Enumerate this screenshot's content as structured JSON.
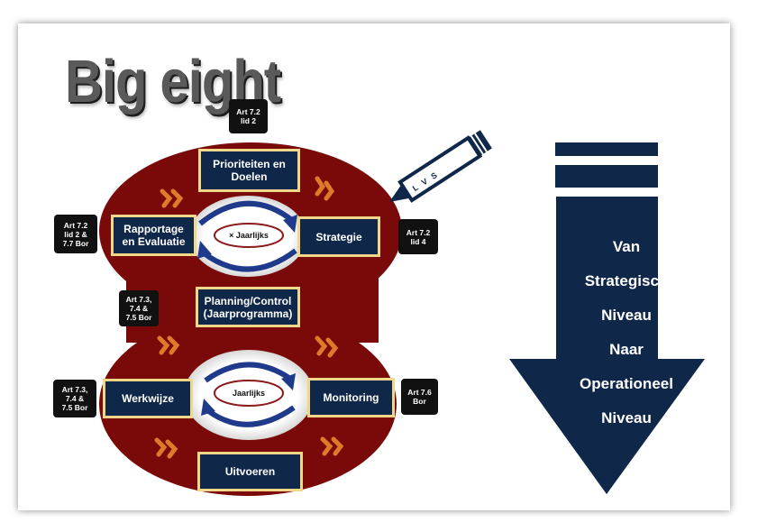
{
  "title": "Big eight",
  "steps": {
    "prioriteiten": "Prioriteiten en Doelen",
    "strategie": "Strategie",
    "rapportage": "Rapportage en Evaluatie",
    "planning": "Planning/Control (Jaarprogramma)",
    "werkwijze": "Werkwijze",
    "monitoring": "Monitoring",
    "uitvoeren": "Uitvoeren"
  },
  "cycles": {
    "top": "× Jaarlijks",
    "bottom": "Jaarlijks"
  },
  "articles": {
    "a1": "Art 7.2\nlid 2",
    "a2": "Art 7.2\nlid 2 &\n7.7 Bor",
    "a3": "Art 7.2\nlid 4",
    "a4": "Art 7.3,\n7.4 &\n7.5 Bor",
    "a5": "Art 7.3,\n7.4 &\n7.5 Bor",
    "a6": "Art 7.6\nBor"
  },
  "pencil_label": "L V S",
  "arrow_lines": [
    "Van",
    "Strategisch",
    "Niveau",
    "Naar",
    "Operationeel",
    "Niveau"
  ],
  "colors": {
    "ring": "#7a0a0a",
    "box": "#0f2748",
    "box_border": "#f0d78a",
    "arrow": "#0f2748",
    "chevron": "#e07a2a"
  }
}
